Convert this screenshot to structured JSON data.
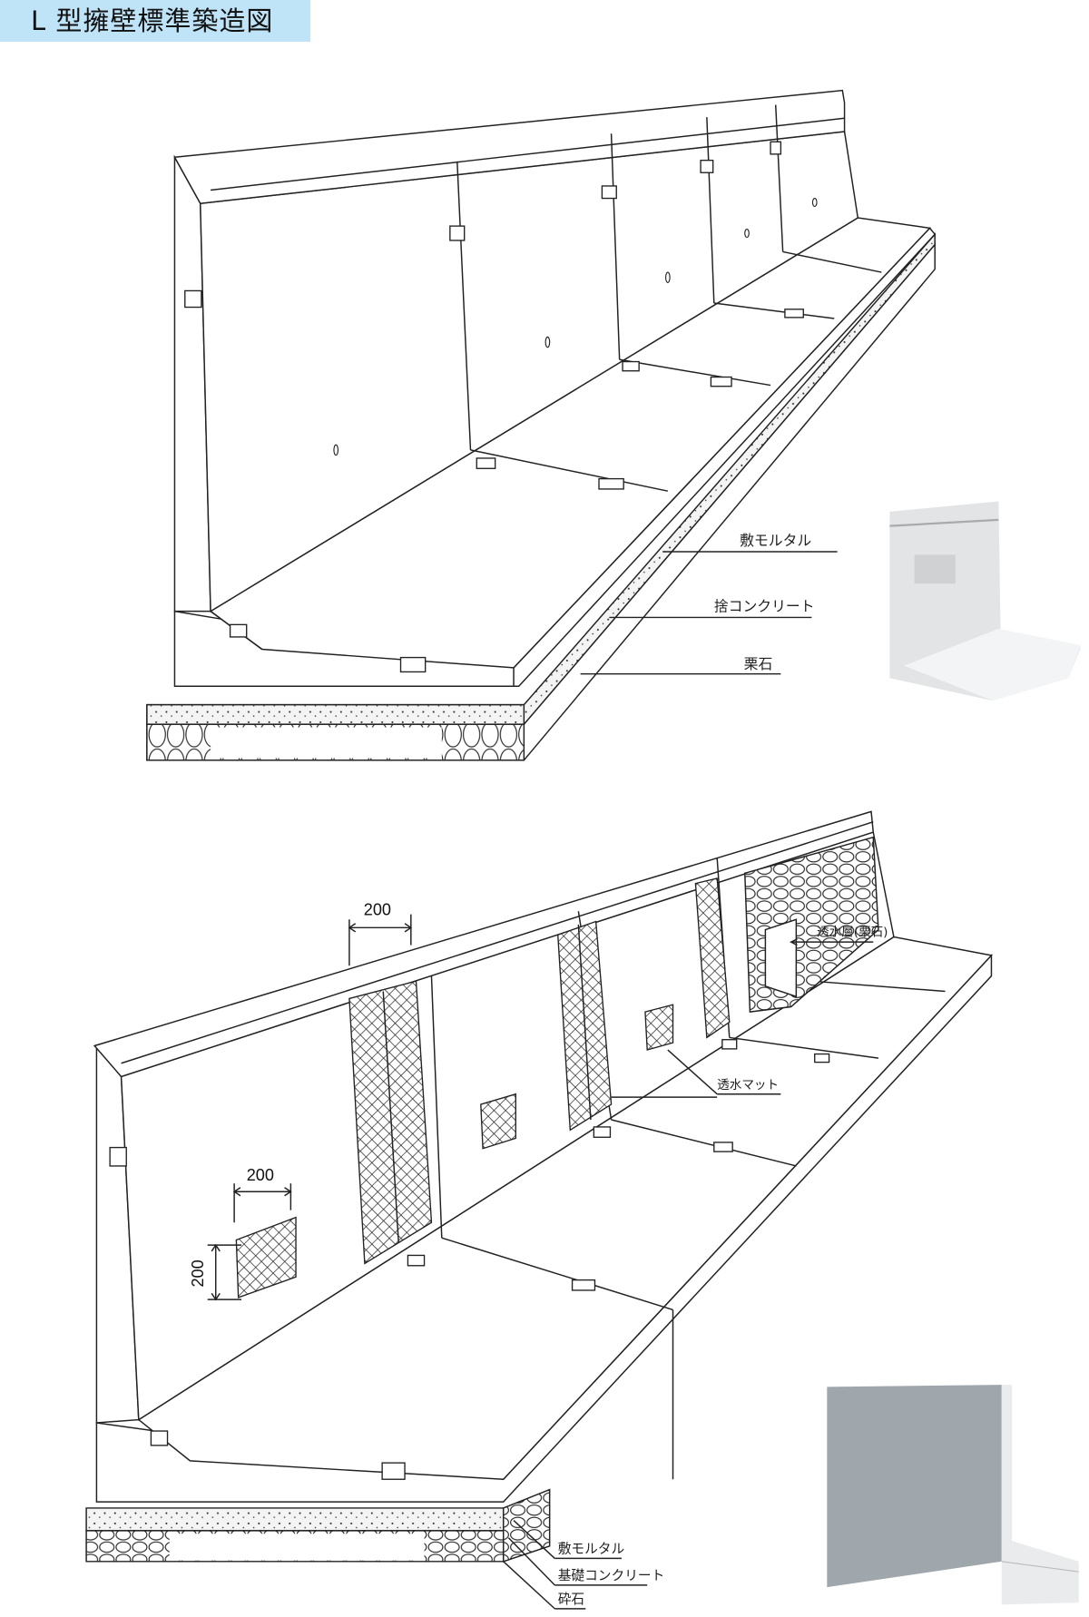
{
  "title": "L 型擁壁標準築造図",
  "diagram1": {
    "labels": {
      "mortar": "敷モルタル",
      "leveling_concrete": "捨コンクリート",
      "rubble": "栗石"
    }
  },
  "diagram2": {
    "labels": {
      "permeable_layer": "透水層(栗石)",
      "permeable_mat": "透水マット",
      "mortar": "敷モルタル",
      "foundation_concrete": "基礎コンクリート",
      "crushed_stone": "砕石"
    },
    "dimensions": {
      "top_width": "200",
      "patch_width": "200",
      "patch_height": "200"
    }
  },
  "colors": {
    "title_bg": "#bfe3f7",
    "photo_gray": "#d7d9db"
  }
}
